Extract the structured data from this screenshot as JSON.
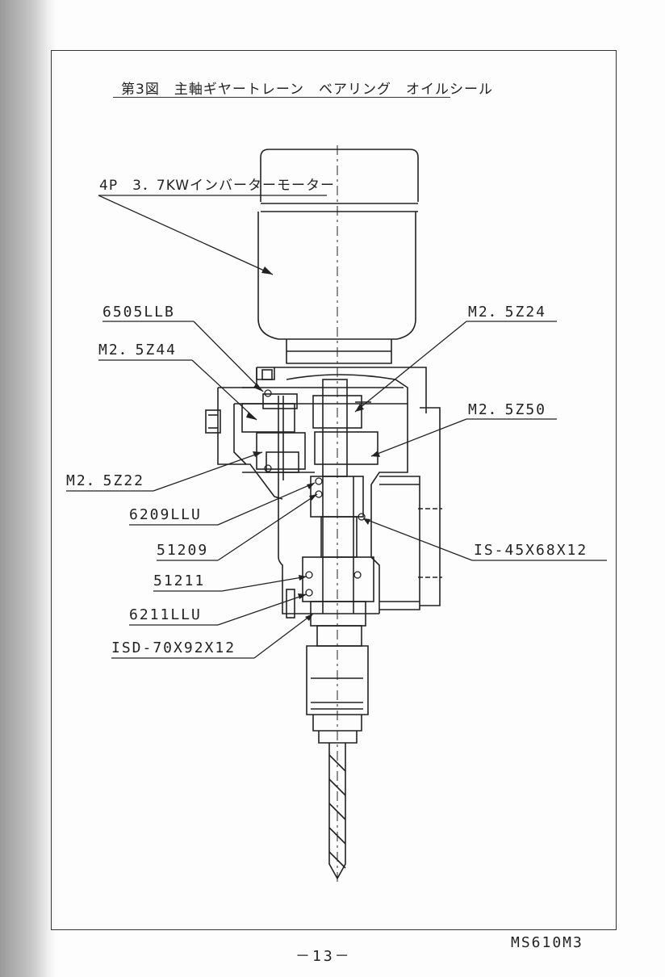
{
  "figure": {
    "title": "第3図　主軸ギヤートレーン　ベアリング　オイルシール"
  },
  "labels": {
    "motor": "4P　3．7KWインバーターモーター",
    "bearing_6505llb": "6505LLB",
    "gear_m25z44": "M2．5Z44",
    "gear_m25z24": "M2．5Z24",
    "gear_m25z50": "M2．5Z50",
    "gear_m25z22": "M2．5Z22",
    "bearing_6209llu": "6209LLU",
    "bearing_51209": "51209",
    "seal_is45": "IS-45X68X12",
    "bearing_51211": "51211",
    "bearing_6211llu": "6211LLU",
    "seal_isd70": "ISD-70X92X12"
  },
  "footer": {
    "page_number": "－13－",
    "document_code": "MS610M3"
  }
}
